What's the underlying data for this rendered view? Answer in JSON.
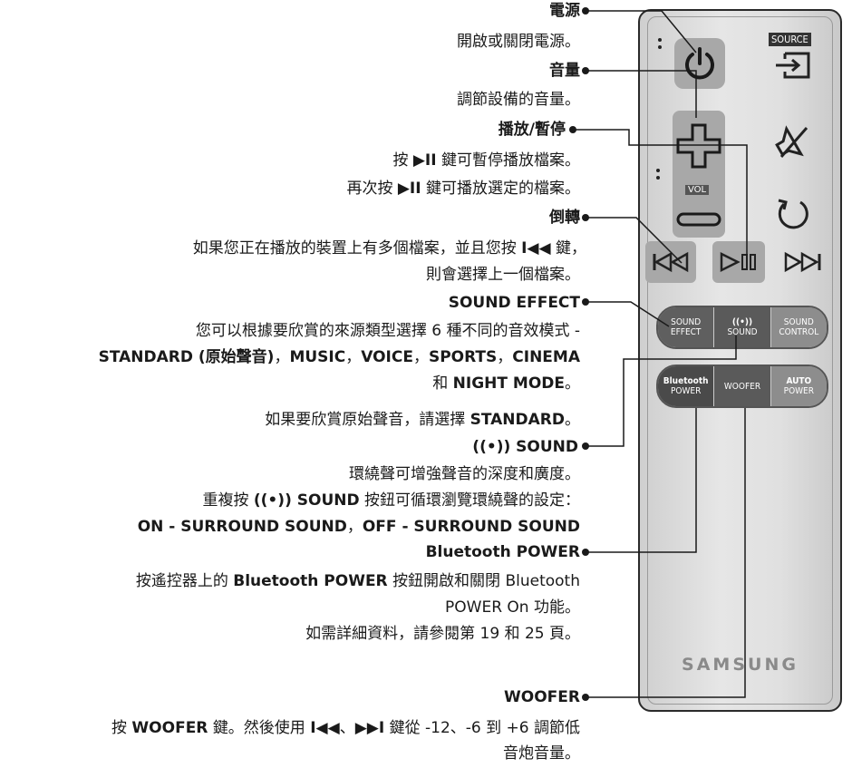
{
  "power": {
    "title": "電源",
    "desc": "開啟或關閉電源。"
  },
  "volume": {
    "title": "音量",
    "desc": "調節設備的音量。"
  },
  "play": {
    "title": "播放/暫停",
    "d1_a": "按",
    "d1_b": "▶II",
    "d1_c": "鍵可暫停播放檔案。",
    "d2_a": "再次按",
    "d2_b": "▶II",
    "d2_c": "鍵可播放選定的檔案。"
  },
  "rewind": {
    "title": "倒轉",
    "d1_a": "如果您正在播放的裝置上有多個檔案，並且您按",
    "d1_b": "I◀◀",
    "d1_c": "鍵，",
    "d2": "則會選擇上一個檔案。"
  },
  "sound_effect": {
    "title": "SOUND EFFECT",
    "d1": "您可以根據要欣賞的來源類型選擇 6 種不同的音效模式 -",
    "d2_a": "STANDARD (原始聲音)",
    "d2_b": "，",
    "d2_c": "MUSIC",
    "d2_d": "，",
    "d2_e": "VOICE",
    "d2_f": "，",
    "d2_g": "SPORTS",
    "d2_h": "，",
    "d2_i": "CINEMA",
    "d3_a": "和",
    "d3_b": "NIGHT MODE",
    "d3_c": "。",
    "d4_a": "如果要欣賞原始聲音，請選擇",
    "d4_b": "STANDARD",
    "d4_c": "。"
  },
  "surround": {
    "title": "((•)) SOUND",
    "d1": "環繞聲可增強聲音的深度和廣度。",
    "d2_a": "重複按",
    "d2_b": "((•)) SOUND",
    "d2_c": "按鈕可循環瀏覽環繞聲的設定：",
    "d3_a": "ON - SURROUND SOUND",
    "d3_b": "，",
    "d3_c": "OFF - SURROUND SOUND"
  },
  "bluetooth": {
    "title": "Bluetooth POWER",
    "d1_a": "按遙控器上的",
    "d1_b": "Bluetooth POWER",
    "d1_c": "按鈕開啟和關閉 Bluetooth",
    "d2": "POWER On 功能。",
    "d3": "如需詳細資料，請參閱第 19 和 25 頁。"
  },
  "woofer": {
    "title": "WOOFER",
    "d1_a": "按",
    "d1_b": "WOOFER",
    "d1_c": "鍵。然後使用",
    "d1_d": "I◀◀",
    "d1_e": "、",
    "d1_f": "▶▶I",
    "d1_g": "鍵從 -12、-6 到 +6 調節低",
    "d2": "音炮音量。"
  },
  "remote": {
    "source_label": "SOURCE",
    "vol_label": "VOL",
    "row1": [
      "SOUND",
      "EFFECT",
      "((•))",
      "SOUND",
      "SOUND",
      "CONTROL"
    ],
    "row2": [
      "Bluetooth",
      "POWER",
      "WOOFER",
      "AUTO",
      "POWER"
    ],
    "brand": "SAMSUNG"
  }
}
